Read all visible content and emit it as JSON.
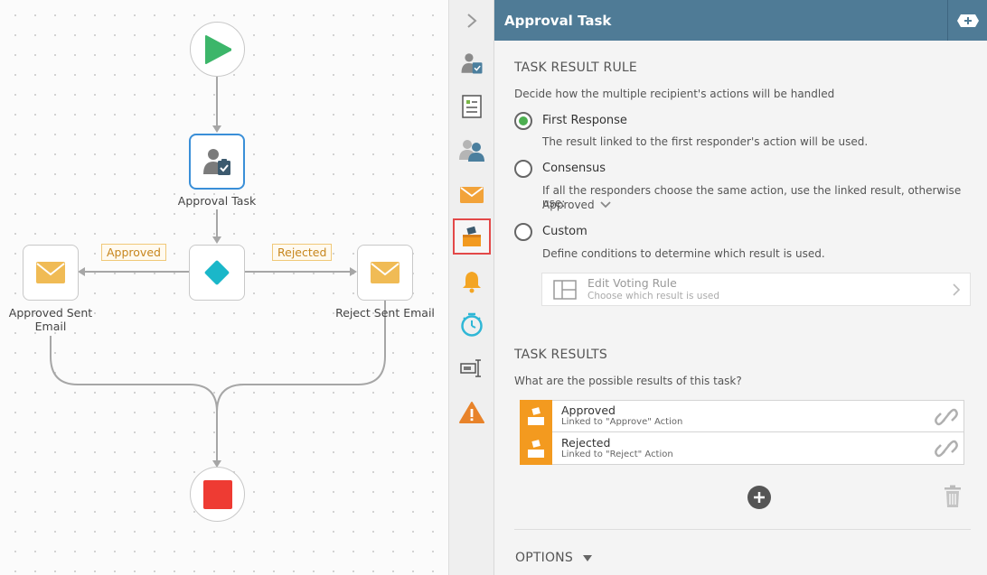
{
  "canvas": {
    "nodes": {
      "approval_task_label": "Approval Task",
      "approved_sent_email_label": "Approved Sent\nEmail",
      "reject_sent_email_label": "Reject Sent Email"
    },
    "edge_tags": {
      "approved": "Approved",
      "rejected": "Rejected"
    }
  },
  "toolbar": {
    "items": [
      "collapse-icon",
      "approval-task-icon",
      "form-icon",
      "recipients-icon",
      "email-icon",
      "task-result-icon",
      "notification-bell-icon",
      "timer-icon",
      "text-field-icon",
      "warning-icon"
    ],
    "active": "task-result-icon"
  },
  "panel": {
    "title": "Approval Task",
    "header_button_icon": "add-icon",
    "task_result_rule": {
      "heading": "TASK RESULT RULE",
      "description": "Decide how the multiple recipient's actions will be handled",
      "options": [
        {
          "label": "First Response",
          "help": "The result linked to the first responder's action will be used.",
          "selected": true
        },
        {
          "label": "Consensus",
          "help": "If all the responders choose the same action, use the linked result, otherwise use:",
          "selected": false,
          "fallback_value": "Approved"
        },
        {
          "label": "Custom",
          "help": "Define conditions to determine which result is used.",
          "selected": false
        }
      ],
      "edit_voting_rule": {
        "title": "Edit Voting Rule",
        "subtitle": "Choose which result is used"
      }
    },
    "task_results": {
      "heading": "TASK RESULTS",
      "description": "What are the possible results of this task?",
      "items": [
        {
          "title": "Approved",
          "subtitle": "Linked to \"Approve\" Action"
        },
        {
          "title": "Rejected",
          "subtitle": "Linked to \"Reject\" Action"
        }
      ]
    },
    "options_heading": "OPTIONS"
  },
  "colors": {
    "header_bg": "#4f7b96",
    "accent_orange": "#f39a1f",
    "selected_radio": "#4caf50",
    "start_green": "#3cb66a",
    "stop_red": "#ee3b33",
    "decision_teal": "#1ab7c9",
    "active_tool_border": "#e34848"
  }
}
